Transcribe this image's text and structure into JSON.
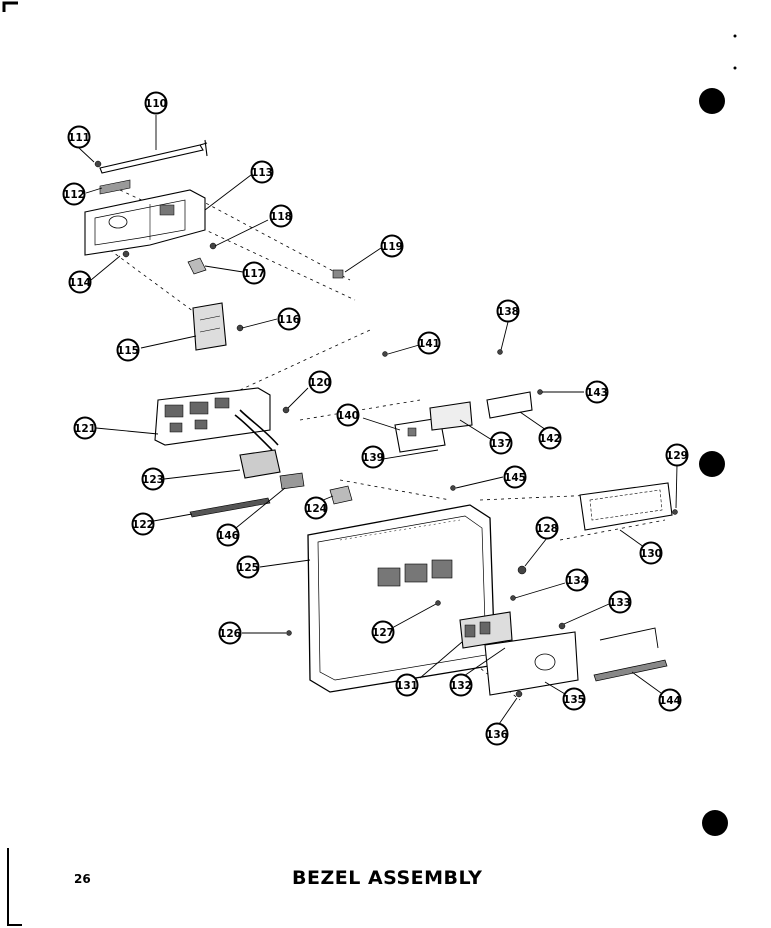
{
  "page": {
    "number": "26",
    "title": "BEZEL ASSEMBLY"
  },
  "callouts": [
    "110",
    "111",
    "112",
    "113",
    "114",
    "115",
    "116",
    "117",
    "118",
    "119",
    "120",
    "121",
    "122",
    "123",
    "124",
    "125",
    "126",
    "127",
    "128",
    "129",
    "130",
    "131",
    "132",
    "133",
    "134",
    "135",
    "136",
    "137",
    "138",
    "139",
    "140",
    "141",
    "142",
    "143",
    "144",
    "145",
    "146"
  ],
  "colors": {
    "ink": "#000000",
    "paper": "#ffffff",
    "halftone": "#8a8a8a"
  }
}
